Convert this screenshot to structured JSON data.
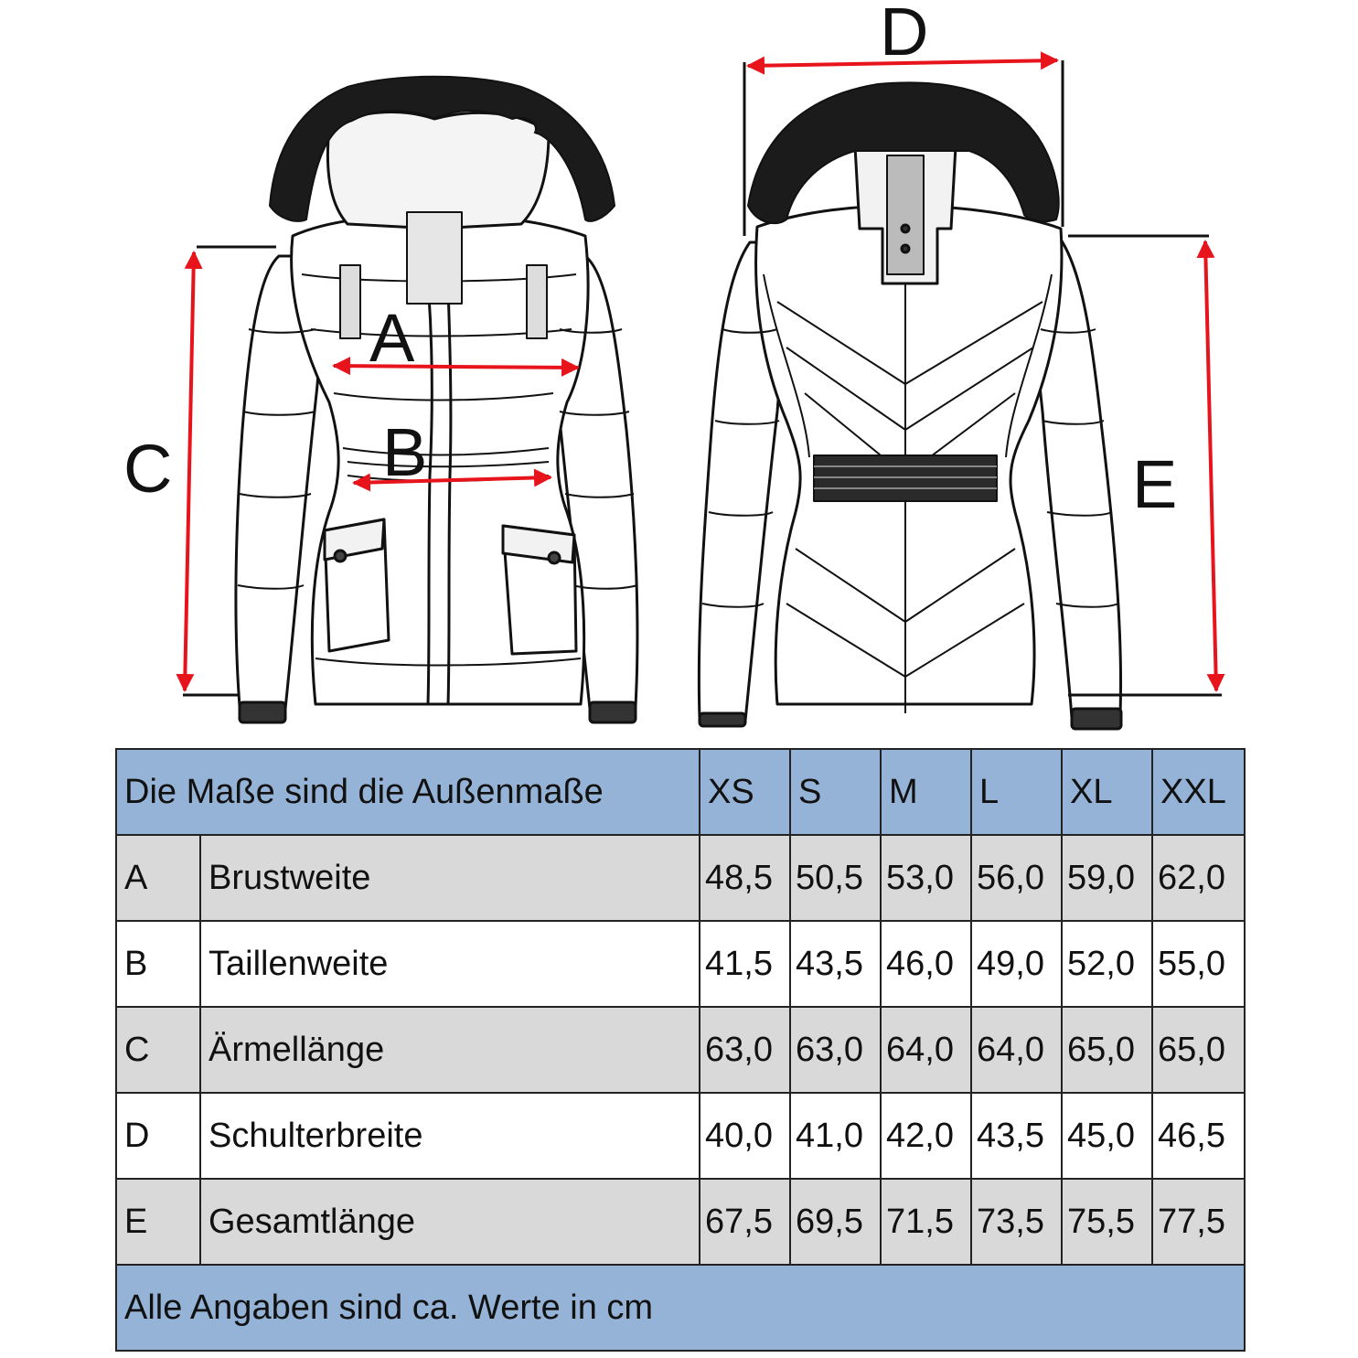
{
  "diagram": {
    "labels": {
      "a": "A",
      "b": "B",
      "c": "C",
      "d": "D",
      "e": "E"
    },
    "colors": {
      "arrow": "#e8141c",
      "outline": "#111111",
      "fur": "#1b1b1b"
    }
  },
  "table": {
    "header": {
      "title": "Die Maße sind die Außenmaße",
      "sizes": [
        "XS",
        "S",
        "M",
        "L",
        "XL",
        "XXL"
      ]
    },
    "rows": [
      {
        "key": "A",
        "name": "Brustweite",
        "values": [
          "48,5",
          "50,5",
          "53,0",
          "56,0",
          "59,0",
          "62,0"
        ]
      },
      {
        "key": "B",
        "name": "Taillenweite",
        "values": [
          "41,5",
          "43,5",
          "46,0",
          "49,0",
          "52,0",
          "55,0"
        ]
      },
      {
        "key": "C",
        "name": "Ärmellänge",
        "values": [
          "63,0",
          "63,0",
          "64,0",
          "64,0",
          "65,0",
          "65,0"
        ]
      },
      {
        "key": "D",
        "name": "Schulterbreite",
        "values": [
          "40,0",
          "41,0",
          "42,0",
          "43,5",
          "45,0",
          "46,5"
        ]
      },
      {
        "key": "E",
        "name": "Gesamtlänge",
        "values": [
          "67,5",
          "69,5",
          "71,5",
          "73,5",
          "75,5",
          "77,5"
        ]
      }
    ],
    "footer": "Alle Angaben sind ca. Werte in cm",
    "colors": {
      "header_bg": "#95b3d7",
      "row_alt_bg": "#d9d9d9",
      "row_bg": "#ffffff",
      "border": "#222222"
    }
  }
}
